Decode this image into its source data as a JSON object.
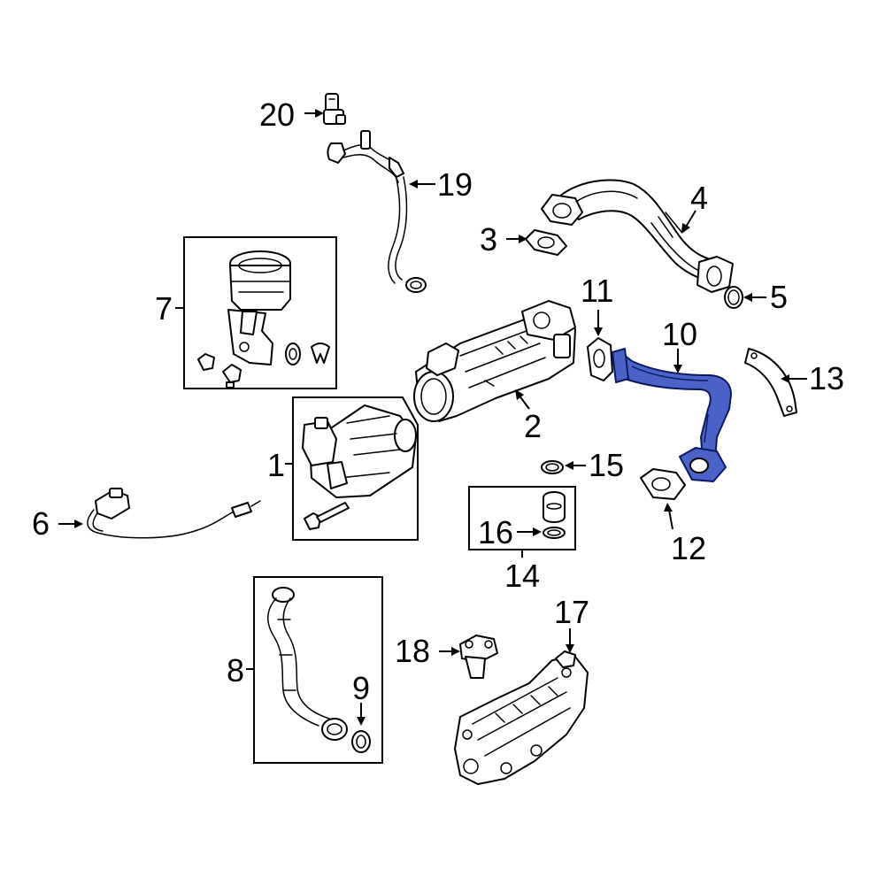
{
  "colors": {
    "highlight": "#4a63c9",
    "highlight_outline": "#0b1a5e",
    "line": "#000000",
    "background": "#ffffff"
  },
  "callouts": [
    {
      "id": "1",
      "text": "1",
      "part": "egr-cooler-bypass-valve"
    },
    {
      "id": "2",
      "text": "2",
      "part": "egr-cooler"
    },
    {
      "id": "3",
      "text": "3",
      "part": "flange-gasket-upper"
    },
    {
      "id": "4",
      "text": "4",
      "part": "egr-outlet-tube"
    },
    {
      "id": "5",
      "text": "5",
      "part": "o-ring-upper"
    },
    {
      "id": "6",
      "text": "6",
      "part": "temperature-sensor"
    },
    {
      "id": "7",
      "text": "7",
      "part": "egr-valve-kit"
    },
    {
      "id": "8",
      "text": "8",
      "part": "coolant-hose-kit"
    },
    {
      "id": "9",
      "text": "9",
      "part": "hose-o-ring"
    },
    {
      "id": "10",
      "text": "10",
      "part": "egr-tube-highlighted"
    },
    {
      "id": "11",
      "text": "11",
      "part": "tube-gasket-upper"
    },
    {
      "id": "12",
      "text": "12",
      "part": "tube-gasket-lower"
    },
    {
      "id": "13",
      "text": "13",
      "part": "heat-shield"
    },
    {
      "id": "14",
      "text": "14",
      "part": "seal-kit"
    },
    {
      "id": "15",
      "text": "15",
      "part": "seal-ring"
    },
    {
      "id": "16",
      "text": "16",
      "part": "seal-o-ring"
    },
    {
      "id": "17",
      "text": "17",
      "part": "cooler-housing"
    },
    {
      "id": "18",
      "text": "18",
      "part": "coolant-outlet"
    },
    {
      "id": "19",
      "text": "19",
      "part": "sensor-harness"
    },
    {
      "id": "20",
      "text": "20",
      "part": "pressure-sensor"
    }
  ]
}
